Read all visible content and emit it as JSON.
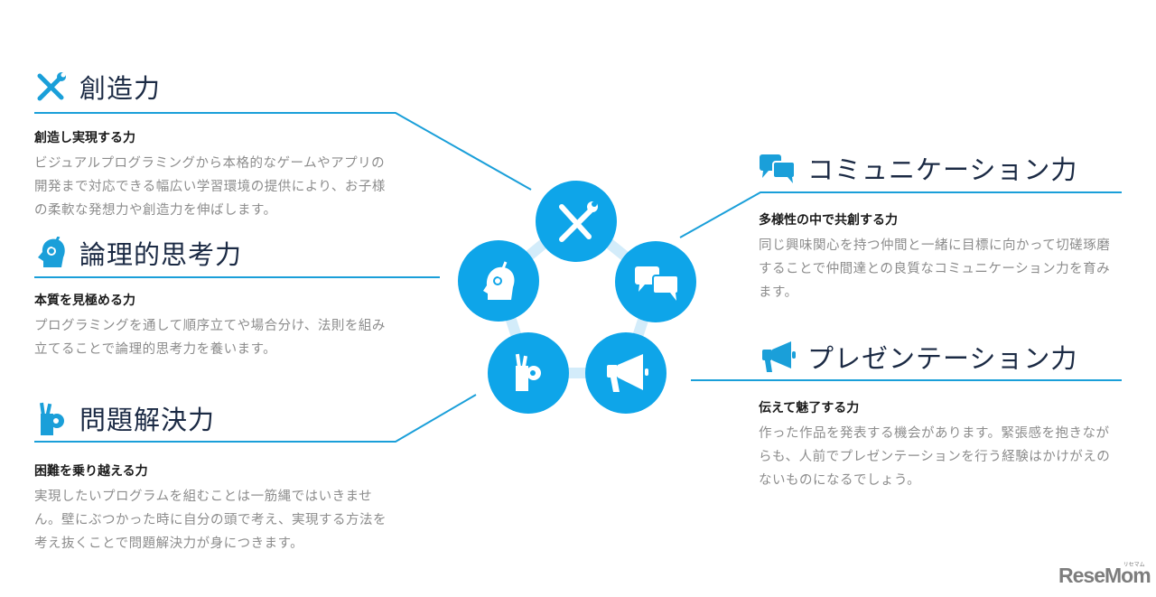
{
  "colors": {
    "accent": "#0ea5e9",
    "line": "#1a9fd9",
    "title": "#1b2a44",
    "body_text": "#8c8c8c",
    "ring": "#d3ecfa"
  },
  "skills": [
    {
      "id": "creativity",
      "icon": "tools-icon",
      "title": "創造力",
      "subtitle": "創造し実現する力",
      "description": "ビジュアルプログラミングから本格的なゲームやアプリの開発まで対応できる幅広い学習環境の提供により、お子様の柔軟な発想力や創造力を伸ばします。"
    },
    {
      "id": "logical-thinking",
      "icon": "head-idea-icon",
      "title": "論理的思考力",
      "subtitle": "本質を見極める力",
      "description": "プログラミングを通して順序立てや場合分け、法則を組み立てることで論理的思考力を養います。"
    },
    {
      "id": "problem-solving",
      "icon": "ok-hand-icon",
      "title": "問題解決力",
      "subtitle": "困難を乗り越える力",
      "description": "実現したいプログラムを組むことは一筋縄ではいきません。壁にぶつかった時に自分の頭で考え、実現する方法を考え抜くことで問題解決力が身につきます。"
    },
    {
      "id": "communication",
      "icon": "chat-bubbles-icon",
      "title": "コミュニケーション力",
      "subtitle": "多様性の中で共創する力",
      "description": "同じ興味関心を持つ仲間と一緒に目標に向かって切磋琢磨することで仲間達との良質なコミュニケーション力を育みます。"
    },
    {
      "id": "presentation",
      "icon": "megaphone-icon",
      "title": "プレゼンテーション力",
      "subtitle": "伝えて魅了する力",
      "description": "作った作品を発表する機会があります。緊張感を抱きながらも、人前でプレゼンテーションを行う経験はかけがえのないものになるでしょう。"
    }
  ],
  "watermark": {
    "text": "ReseMom",
    "kana": "リセマム"
  }
}
